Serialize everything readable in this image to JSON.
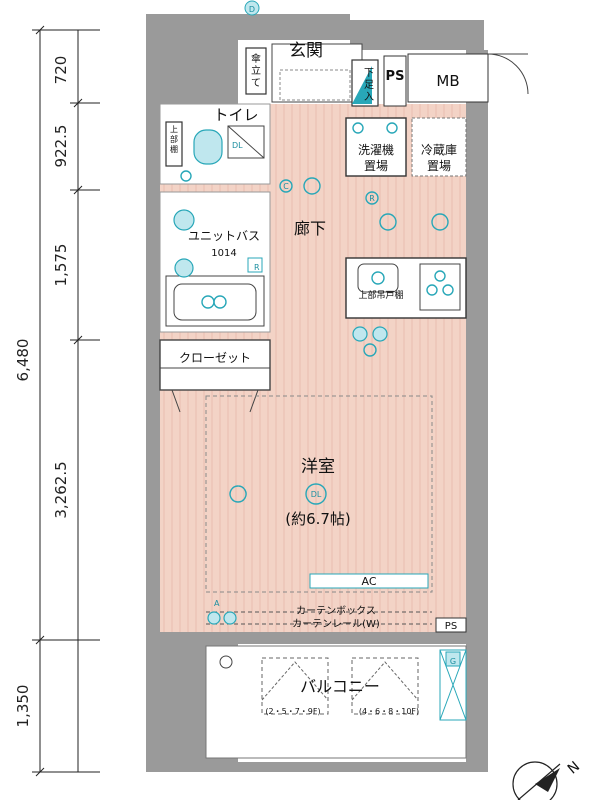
{
  "rooms": {
    "genkan": "玄関",
    "toilet": "トイレ",
    "rouka": "廊下",
    "unit_bath": "ユニットバス",
    "unit_bath_size": "1014",
    "closet": "クローゼット",
    "youshitsu": "洋室",
    "youshitsu_size": "(約6.7帖)",
    "balcony": "バルコニー",
    "washer": [
      "洗濯機",
      "置場"
    ],
    "fridge": [
      "冷蔵庫",
      "置場"
    ]
  },
  "labels": {
    "umbrella": [
      "傘",
      "立",
      "て"
    ],
    "shoe": [
      "下",
      "足",
      "入"
    ],
    "upper_shelf": [
      "上",
      "部",
      "棚"
    ],
    "ps": "PS",
    "ps_small": "PS",
    "mb": "MB",
    "upper_cabinet": "上部吊戸棚",
    "ac": "AC",
    "curtain_box": "カーテンボックス",
    "curtain_rail": "カーテンレール(W)",
    "window_left": "(2・5・7・9F)",
    "window_right": "(4・6・8・10F)",
    "mark_a": "A",
    "mark_r": "R",
    "mark_c": "C",
    "mark_d": "D",
    "mark_g": "G"
  },
  "dimensions": [
    "720",
    "922.5",
    "1,575",
    "6,480",
    "3,262.5",
    "1,350"
  ],
  "compass": "N",
  "colors": {
    "wall": "#9a9a9a",
    "floor": "#f3d3c6",
    "fixture": "#28a7b8"
  }
}
